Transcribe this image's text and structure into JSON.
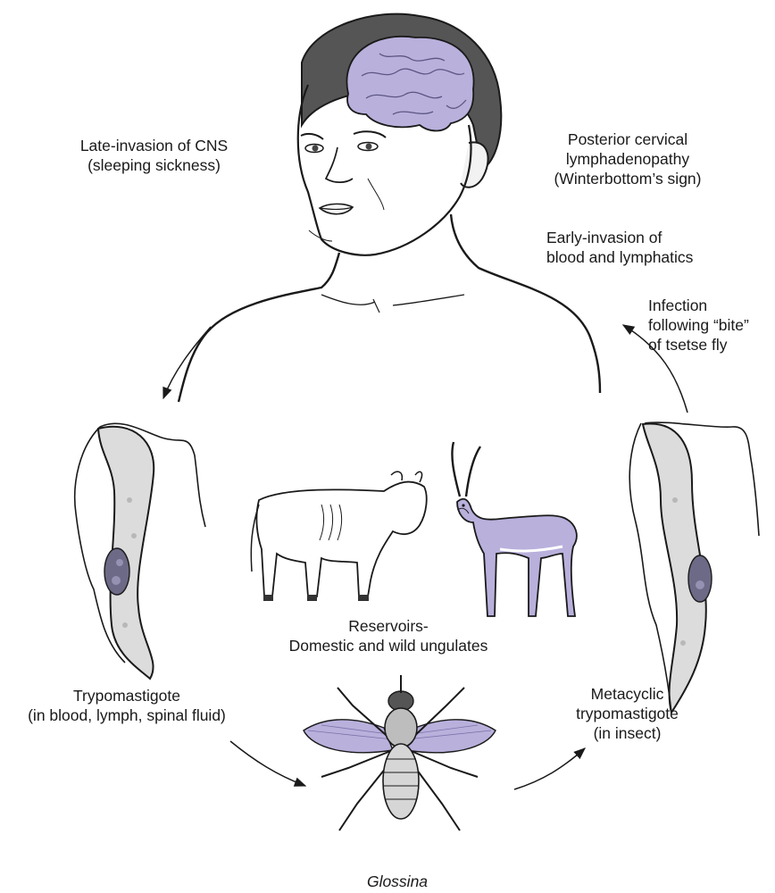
{
  "colors": {
    "lavender": "#b9b0dc",
    "lavender_dark": "#7d72a8",
    "outline": "#1a1a1a",
    "hair": "#555555",
    "parasite_fill": "#dcdcdc",
    "nucleus": "#6c6a86"
  },
  "labels": {
    "cns": [
      "Late-invasion of CNS",
      "(sleeping sickness)"
    ],
    "lymph": [
      "Posterior cervical",
      "lymphadenopathy",
      "(Winterbottom’s sign)"
    ],
    "early": [
      "Early-invasion of",
      "blood and lymphatics"
    ],
    "infection": [
      "Infection",
      "following “bite”",
      "of tsetse fly"
    ],
    "reservoirs": [
      "Reservoirs-",
      "Domestic and wild ungulates"
    ],
    "trypo": [
      "Trypomastigote",
      "(in blood, lymph, spinal fluid)"
    ],
    "meta": [
      "Metacyclic",
      "trypomastigote",
      "(in insect)"
    ],
    "glossina": "Glossina"
  },
  "icons": [
    "human-head-illustration",
    "brain-icon",
    "trypomastigote-icon",
    "metacyclic-trypomastigote-icon",
    "cow-icon",
    "gazelle-icon",
    "tsetse-fly-icon",
    "cycle-arrow-icon"
  ]
}
